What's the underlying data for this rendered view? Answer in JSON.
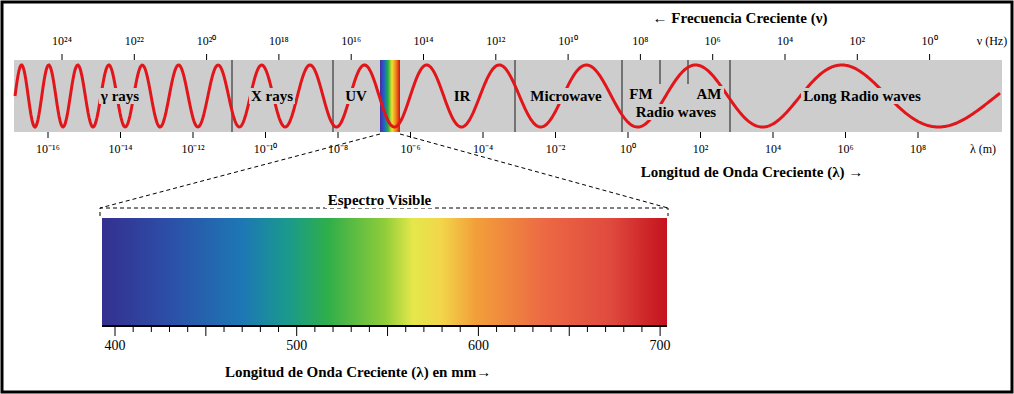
{
  "diagram": {
    "nodes": [
      {
        "text": [
          "Espectro Visible"
        ]
      }
    ],
    "labels": [
      "← Frecuencia Creciente (ν)",
      "10²⁴",
      "10²²",
      "10²⁰",
      "10¹⁸",
      "10¹⁶",
      "10¹⁴",
      "10¹²",
      "10¹⁰",
      "10⁸",
      "10⁶",
      "10⁴",
      "10²",
      "10⁰",
      "ν (Hz)",
      "γ rays",
      "X rays",
      "UV",
      "IR",
      "Microwave",
      "FM",
      "Radio waves",
      "AM",
      "Long Radio waves",
      "10⁻¹⁶",
      "10⁻¹⁴",
      "10⁻¹²",
      "10⁻¹⁰",
      "10⁻⁸",
      "10⁻⁶",
      "10⁻⁴",
      "10⁻²",
      "10⁰",
      "10²",
      "10⁴",
      "10⁶",
      "10⁸",
      "λ (m)",
      "Longitud de Onda Creciente (λ) →",
      "400",
      "500",
      "600",
      "700",
      "Longitud de Onda Creciente (λ) en mm→"
    ]
  }
}
